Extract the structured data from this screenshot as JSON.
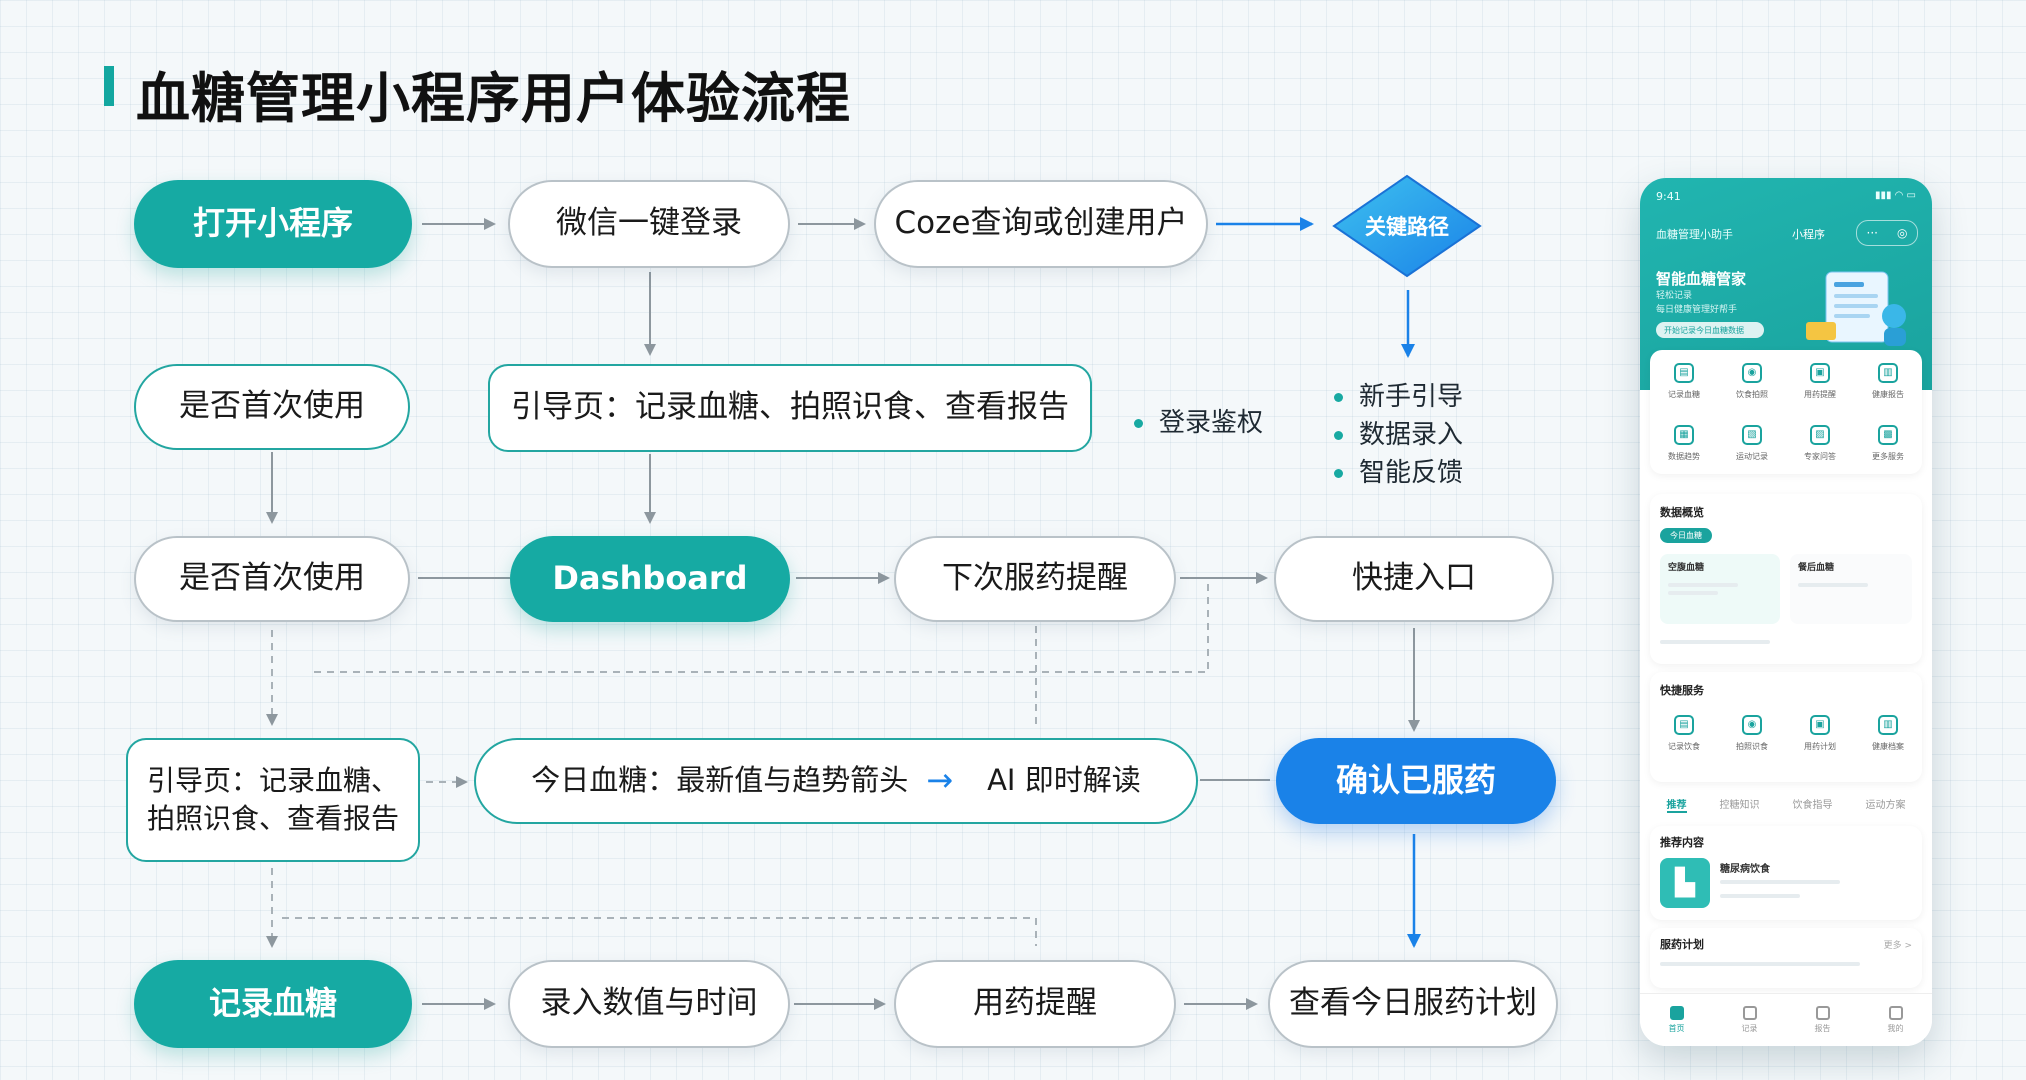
{
  "title": "血糖管理小程序用户体验流程",
  "colors": {
    "accent_teal": "#16aaa3",
    "accent_blue": "#1a82e8",
    "border_gray": "#b9c2c8"
  },
  "nodes": {
    "open_app": "打开小程序",
    "wechat_login": "微信一键登录",
    "coze_user": "Coze查询或创建用户",
    "key_path": "关键路径",
    "first_use_1": "是否首次使用",
    "guide_page": "引导页：记录血糖、拍照识食、查看报告",
    "first_use_2": "是否首次使用",
    "dashboard": "Dashboard",
    "next_reminder": "下次服药提醒",
    "quick_entry": "快捷入口",
    "guide_page_2_line1": "引导页：记录血糖、",
    "guide_page_2_line2": "拍照识食、查看报告",
    "today_glucose": "今日血糖：最新值与趋势箭头",
    "ai_interpret": "AI 即时解读",
    "confirm_med": "确认已服药",
    "record_glucose": "记录血糖",
    "input_value_time": "录入数值与时间",
    "med_reminder": "用药提醒",
    "view_med_plan": "查看今日服药计划"
  },
  "arrow_glyph": "→",
  "annotations": {
    "login_auth": "登录鉴权",
    "key_points": [
      "新手引导",
      "数据录入",
      "智能反馈"
    ]
  },
  "phone": {
    "time": "9:41",
    "status_icons": "▮▮▮ ◠ ▭",
    "nav_left": "血糖管理小助手",
    "nav_title": "小程序",
    "capsule": [
      "···",
      "◎"
    ],
    "banner_title": "智能血糖管家",
    "banner_sub": [
      "轻松记录",
      "每日健康管理好帮手"
    ],
    "banner_pill": "开始记录今日血糖数据",
    "grid": [
      "记录血糖",
      "饮食拍照",
      "用药提醒",
      "健康报告",
      "数据趋势",
      "运动记录",
      "专家问答",
      "更多服务"
    ],
    "section1": "数据概览",
    "section1_tag": "今日血糖",
    "section1_item_a": "空腹血糖",
    "section1_item_b": "餐后血糖",
    "section2": "快捷服务",
    "section2_items": [
      "记录饮食",
      "拍照识食",
      "用药计划",
      "健康档案"
    ],
    "tabs": [
      "推荐",
      "控糖知识",
      "饮食指导",
      "运动方案"
    ],
    "section3": "推荐内容",
    "article_title": "糖尿病饮食",
    "section4": "服药计划",
    "more": "更多 >",
    "tabbar": [
      "首页",
      "记录",
      "报告",
      "我的"
    ]
  }
}
